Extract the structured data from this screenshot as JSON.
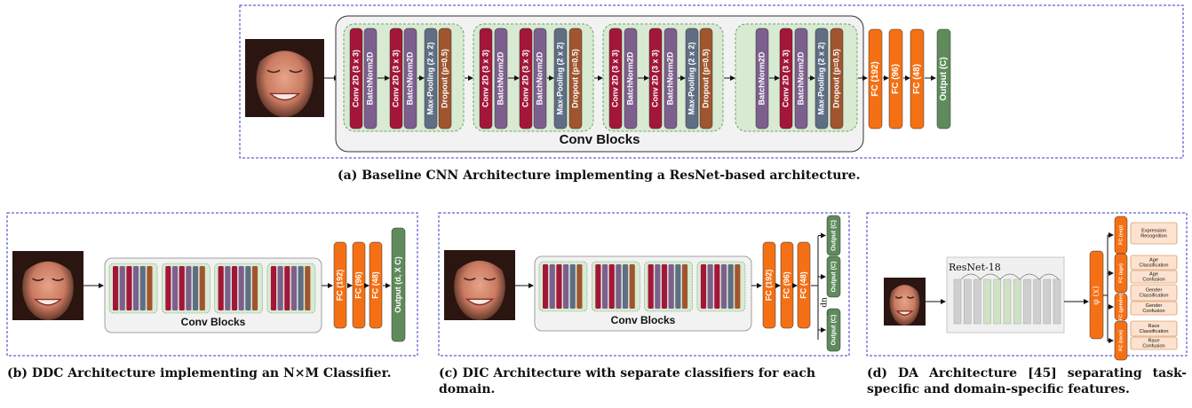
{
  "panel_a": {
    "caption": "(a) Baseline CNN Architecture implementing a ResNet-based architecture.",
    "conv_blocks_label": "Conv Blocks",
    "block1": [
      "Conv 2D (3 x 3)",
      "BatchNorm2D",
      "Conv 2D (3 x 3)",
      "BatchNorm2D",
      "Max-Pooling (2 x 2)",
      "Dropout (p=0.5)"
    ],
    "block2": [
      "Conv 2D (3 x 3)",
      "BatchNorm2D",
      "Conv 2D (3 x 3)",
      "BatchNorm2D",
      "Max-Pooling (2 x 2)",
      "Dropout (p=0.5)"
    ],
    "block3": [
      "Conv 2D (3 x 3)",
      "BatchNorm2D",
      "Conv 2D (3 x 3)",
      "BatchNorm2D",
      "Max-Pooling (2 x 2)",
      "Dropout (p=0.5)"
    ],
    "block4": [
      "BatchNorm2D",
      "Conv 2D (3 x 3)",
      "BatchNorm2D",
      "Max-Pooling (2 x 2)",
      "Dropout (p=0.5)"
    ],
    "fc": [
      "FC (192)",
      "FC (96)",
      "FC (48)"
    ],
    "output": "Output (C)"
  },
  "panel_b": {
    "caption": "(b) DDC Architecture implementing an N×M Classifier.",
    "conv_blocks_label": "Conv Blocks",
    "fc": [
      "FC (192)",
      "FC (96)",
      "FC (48)"
    ],
    "output": "Output (d, X C)"
  },
  "panel_c": {
    "caption": "(c) DIC Architecture with separate classifiers for each domain.",
    "conv_blocks_label": "Conv Blocks",
    "fc": [
      "FC (192)",
      "FC (96)",
      "FC (48)"
    ],
    "outputs": [
      "Output (C)",
      "Output (C)",
      "Output (C)"
    ],
    "dn_label": "dn",
    "dots": "..."
  },
  "panel_d": {
    "caption": "(d) DA Architecture [45] separating task-specific and domain-specific features.",
    "resnet_label": "ResNet-18",
    "phi_label": "φ (x)",
    "fc_heads": [
      "FC (exp)",
      "FC (age)",
      "FC (gender)",
      "FC (race)"
    ],
    "tasks": [
      "Expression Recognition",
      "Age Classification",
      "Age Confusion",
      "Gender Classification",
      "Gender Confusion",
      "Race Classification",
      "Race Confusion"
    ]
  },
  "colors": {
    "conv": "#a3163a",
    "batchnorm": "#7d5f8e",
    "maxpool": "#5f6e84",
    "dropout": "#a0552f",
    "fc": "#f57014",
    "output": "#5f8a5b",
    "block_bg": "#d9ead3",
    "frame": "#3a3acc"
  }
}
